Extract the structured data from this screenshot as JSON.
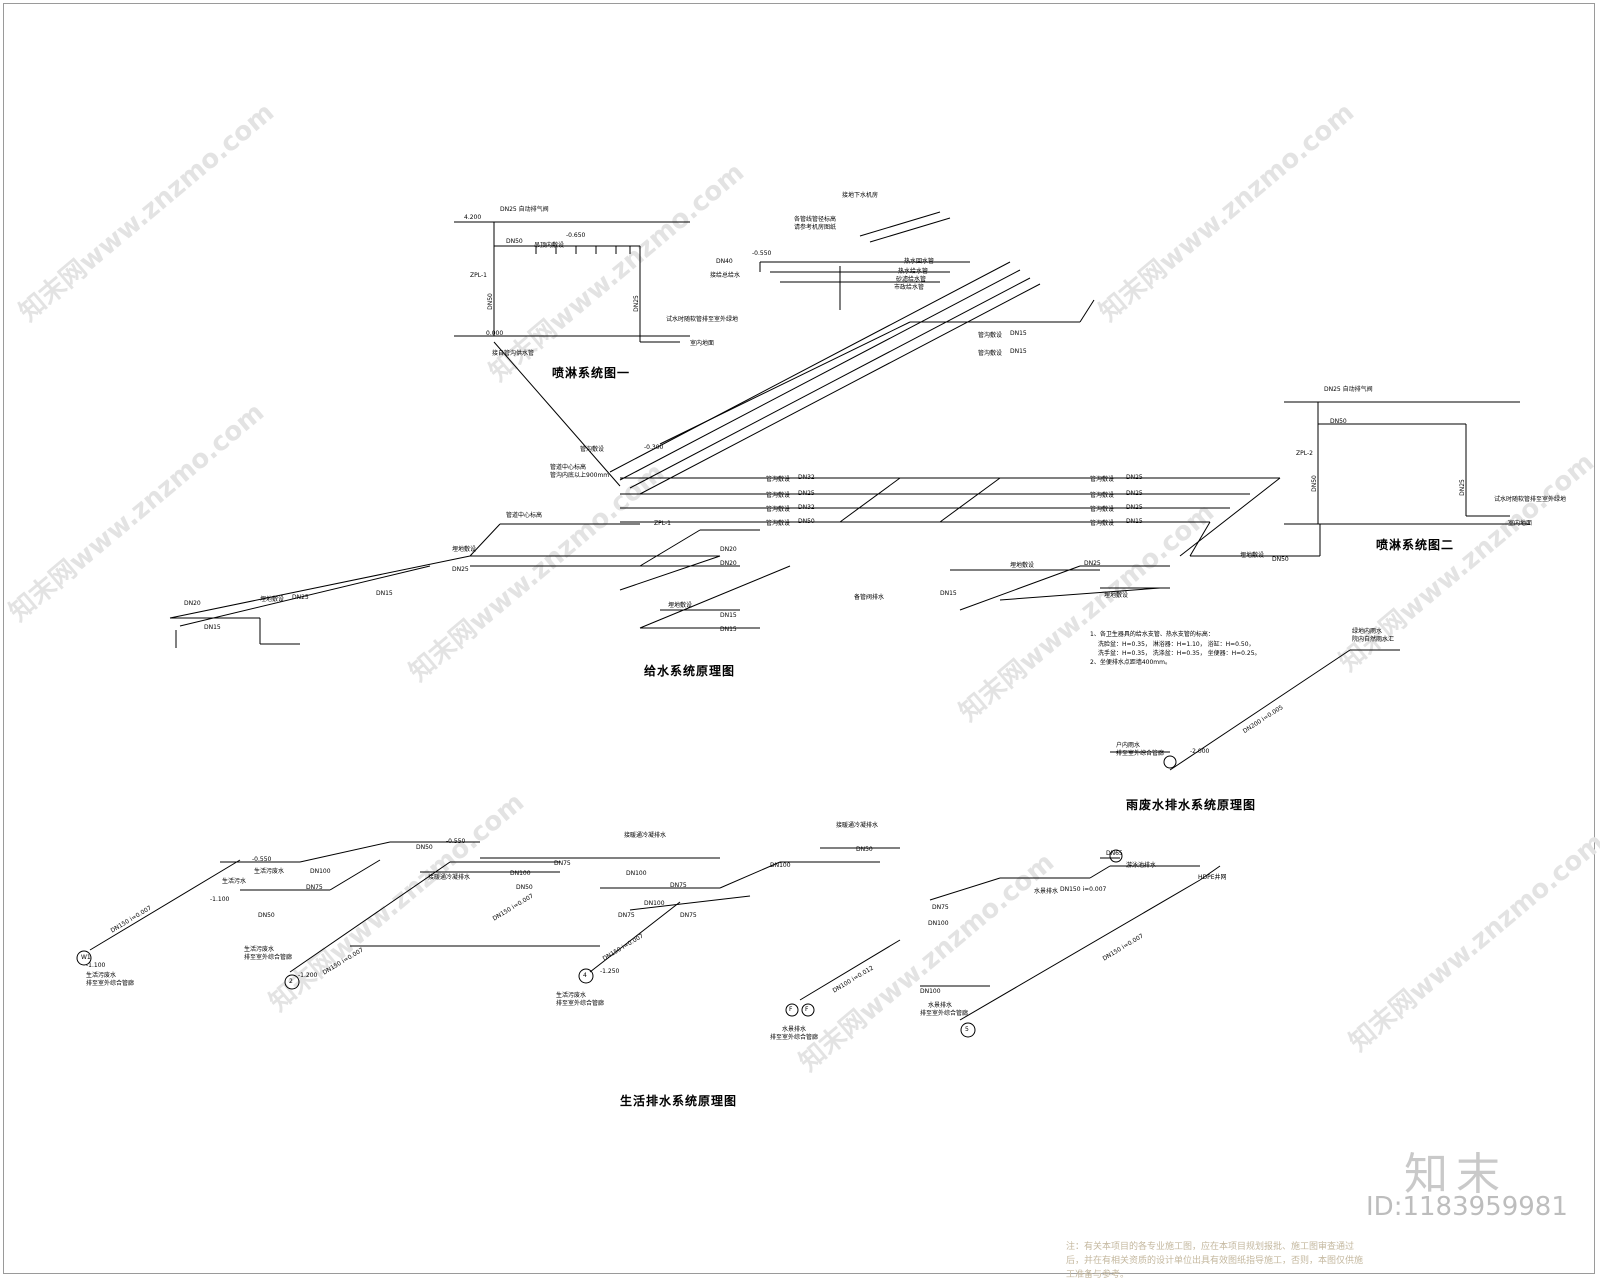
{
  "titles": {
    "spray_1": "喷淋系统图一",
    "spray_2": "喷淋系统图二",
    "supply": "给水系统原理图",
    "rain": "雨废水排水系统原理图",
    "sewage": "生活排水系统原理图"
  },
  "spray1_labels": {
    "exhaust": "DN25 自动排气阀",
    "pipe_dn50": "DN50",
    "nozzles": "吊顶内敷设",
    "riser": "ZPL-1",
    "riser_dn": "DN50",
    "drain_dn": "DN25",
    "drain_note": "试水时随软管排至室外绿地",
    "supply_in": "接自管沟供水管",
    "floor": "室内地面",
    "elev_top": "4.200",
    "elev_mid": "-0.650",
    "elev_bottom": "0.000"
  },
  "spray2_labels": {
    "exhaust": "DN25 自动排气阀",
    "pipe_dn50": "DN50",
    "riser": "ZPL-2",
    "riser_dn": "DN50",
    "drain_dn": "DN25",
    "drain_note": "试水时随软管排至室外绿地",
    "floor": "室内地面"
  },
  "supply_labels": {
    "well_head": "接地下水机房",
    "pipe_legend_1": "各管线管径标高",
    "pipe_legend_2": "请参考机房图纸",
    "hot_return": "热水回水管",
    "hot_supply": "热水给水管",
    "sand_filter": "砂滤给水管",
    "muni": "市政给水管",
    "total_supply": "接给总给水",
    "dn40": "DN40",
    "trench": "管沟敷设",
    "trench_center": "管道中心标高",
    "trench_center_2": "管沟内底以上900mm",
    "bury": "埋地敷设",
    "spare": "备管阀排水",
    "dn15": "DN15",
    "dn20": "DN20",
    "dn25": "DN25",
    "dn32": "DN32",
    "dn50": "DN50",
    "zpl1": "ZPL-1",
    "elev_550": "-0.550",
    "elev_300": "-0.300"
  },
  "supply_notes": [
    "1、各卫生器具的给水支管、热水支管的标高：",
    "洗脸盆：H=0.35， 淋浴器：H=1.10， 浴缸：H=0.50，",
    "洗手盆：H=0.35， 洗涤盆：H=0.35， 坐便器：H=0.25。",
    "2、坐便排水点距墙400mm。"
  ],
  "rain_labels": {
    "green": "绿地内雨水",
    "green_2": "院内自然雨水汇",
    "house": "户内雨水",
    "outdoor": "排至室外综合管廊",
    "pipe": "DN200 i=0.005",
    "elev": "-2.000"
  },
  "sewage_labels": {
    "living_waste": "生活污废水",
    "outdoor_gallery": "排至室外综合管廊",
    "hvac_drain": "接暖通冷凝排水",
    "living_sewage": "生活污水",
    "water_drain": "水景排水",
    "hdpe": "HDPE井网",
    "pool": "游泳池排水",
    "pipe_dn150": "DN150 i=0.007",
    "pipe_dn100": "DN100 i=0.012",
    "dn50": "DN50",
    "dn75": "DN75",
    "dn100": "DN100",
    "dn150": "DN150",
    "dn65": "DN65",
    "elev_550": "-0.550",
    "elev_100": "-1.100",
    "elev_200": "-1.200",
    "elev_250": "-1.250",
    "mark_w1": "W1",
    "mark_w2": "2",
    "mark_f": "F",
    "mark_4": "4",
    "mark_5": "5"
  },
  "watermarks": {
    "site": "知末网www.znzmo.com"
  },
  "branding": {
    "logo": "知末",
    "id": "ID:1183959981"
  },
  "footer": "注：有关本项目的各专业施工图，应在本项目规划报批、施工图审查通过后，并在有相关资质的设计单位出具有效图纸指导施工，否则，本图仅供施工准备与参考。"
}
